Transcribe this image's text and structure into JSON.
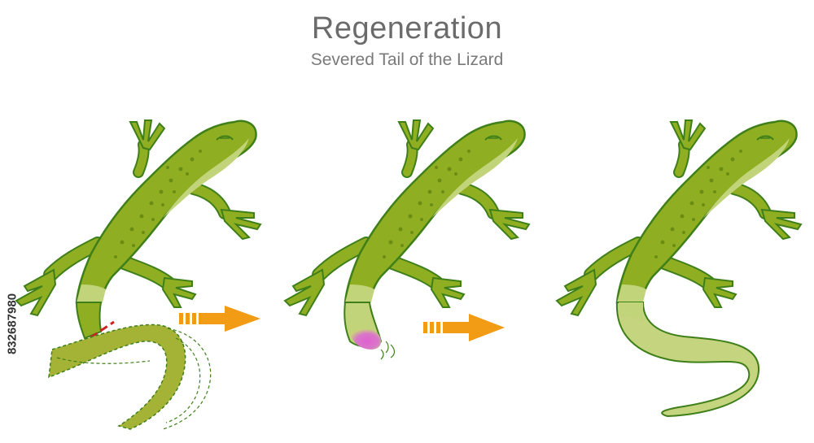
{
  "header": {
    "title": "Regeneration",
    "subtitle": "Severed Tail of the Lizard"
  },
  "watermark_id": "832687980",
  "stages": [
    {
      "name": "severed-tail-stage",
      "tail": "cut"
    },
    {
      "name": "regrowing-stage",
      "tail": "bud"
    },
    {
      "name": "regenerated-stage",
      "tail": "full"
    }
  ],
  "colors": {
    "body": "#8fae22",
    "outline": "#3f7f1a",
    "belly": "#c2d47a",
    "spots": "#6b8c14",
    "cut_line": "#cc2222",
    "bud": "#d35fc8",
    "arrow": "#f29b14",
    "regrown_tail": "#c5d47e"
  }
}
